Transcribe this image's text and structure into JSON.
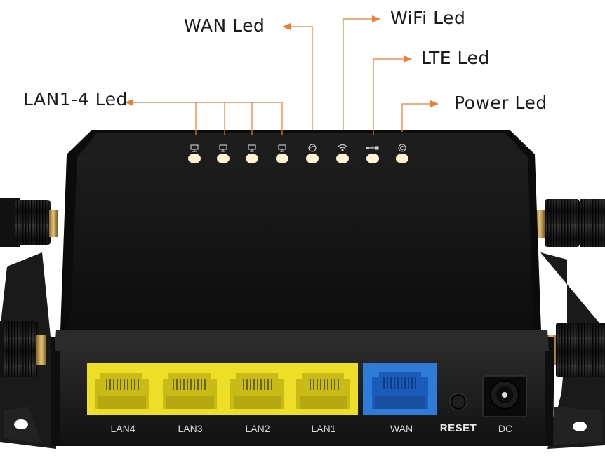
{
  "callouts": {
    "wan": "WAN Led",
    "wifi": "WiFi Led",
    "lte": "LTE Led",
    "lan": "LAN1-4 Led",
    "power": "Power Led"
  },
  "ports": {
    "lan4": "LAN4",
    "lan3": "LAN3",
    "lan2": "LAN2",
    "lan1": "LAN1",
    "wan": "WAN",
    "reset": "RESET",
    "dc": "DC"
  },
  "leds": [
    {
      "id": "lan4",
      "icon": "network-icon"
    },
    {
      "id": "lan3",
      "icon": "network-icon"
    },
    {
      "id": "lan2",
      "icon": "network-icon"
    },
    {
      "id": "lan1",
      "icon": "network-icon"
    },
    {
      "id": "wan",
      "icon": "globe-icon"
    },
    {
      "id": "wifi",
      "icon": "wifi-icon"
    },
    {
      "id": "lte",
      "icon": "usb-icon"
    },
    {
      "id": "power",
      "icon": "power-icon"
    }
  ],
  "colors": {
    "callout_line": "#ee7d31",
    "lan_port": "#eddf28",
    "wan_port": "#2e7bd8",
    "led": "#fff4d2",
    "body": "#151515"
  }
}
